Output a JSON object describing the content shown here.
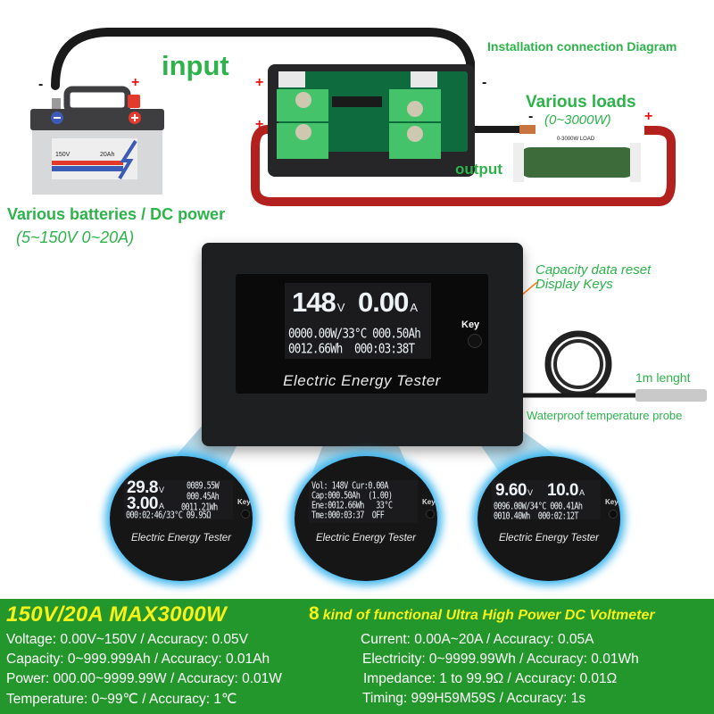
{
  "diagram": {
    "title": "Installation connection Diagram",
    "input_label": "input",
    "output_label": "output",
    "battery": {
      "label": "Various batteries / DC power",
      "range": "(5~150V 0~20A)",
      "voltage_marking": "150V",
      "capacity_marking": "20Ah",
      "neg_sign": "-",
      "pos_sign": "+"
    },
    "load": {
      "label": "Various loads",
      "range": "(0~3000W)",
      "resistor_marking": "0-3000W LOAD",
      "neg_sign": "-",
      "pos_sign": "+"
    },
    "module_signs": {
      "top_left": "+",
      "bottom_left": "+",
      "top_right": "-"
    }
  },
  "meter": {
    "voltage_value": "148",
    "voltage_unit": "V",
    "current_value": "0.00",
    "current_unit": "A",
    "line1": "0000.00W/33°C 000.50Ah",
    "line2": "0012.66Wh  000:03:38T",
    "brand": "Electric Energy Tester",
    "key_label": "Key"
  },
  "annotations": {
    "key_note_line1": "Capacity data reset",
    "key_note_line2": "Display Keys",
    "probe_length": "1m lenght",
    "probe_label": "Waterproof temperature probe"
  },
  "screens": [
    {
      "voltage_value": "29.8",
      "voltage_unit": "V",
      "current_value": "3.00",
      "current_unit": "A",
      "right1": "0089.55W",
      "right2": "000.45Ah",
      "right3": "0011.21Wh",
      "bottom": "000:02:46/33°C 09.95Ω",
      "brand": "Electric Energy Tester",
      "key_label": "Key"
    },
    {
      "rows": [
        "Vol: 148V Cur:0.00A",
        "Cap:000.50Ah  (1.00)",
        "Ene:0012.66Wh   33°C",
        "Tme:000:03:37  OFF"
      ],
      "brand": "Electric Energy Tester",
      "key_label": "Key"
    },
    {
      "voltage_value": "9.60",
      "voltage_unit": "V",
      "current_value": "10.0",
      "current_unit": "A",
      "line1": "0096.00W/34°C 000.41Ah",
      "line2": "0010.40Wh  000:02:12T",
      "brand": "Electric Energy Tester",
      "key_label": "Key"
    }
  ],
  "banner": {
    "headline": "150V/20A MAX3000W",
    "subhead_number": "8",
    "subhead_text": "kind of functional Ultra High Power DC Voltmeter",
    "specs_left": [
      "Voltage: 0.00V~150V / Accuracy: 0.05V",
      "Capacity: 0~999.999Ah / Accuracy: 0.01Ah",
      "Power: 000.00~9999.99W / Accuracy: 0.01W",
      "Temperature: 0~99℃ / Accuracy: 1℃"
    ],
    "specs_right": [
      "Current: 0.00A~20A / Accuracy: 0.05A",
      "Electricity: 0~9999.99Wh / Accuracy: 0.01Wh",
      "Impedance: 1 to 99.9Ω / Accuracy: 0.01Ω",
      "Timing: 999H59M59S / Accuracy: 1s"
    ],
    "colors": {
      "background": "#23972b",
      "headline": "#f7f219",
      "text": "#ffffff"
    }
  }
}
